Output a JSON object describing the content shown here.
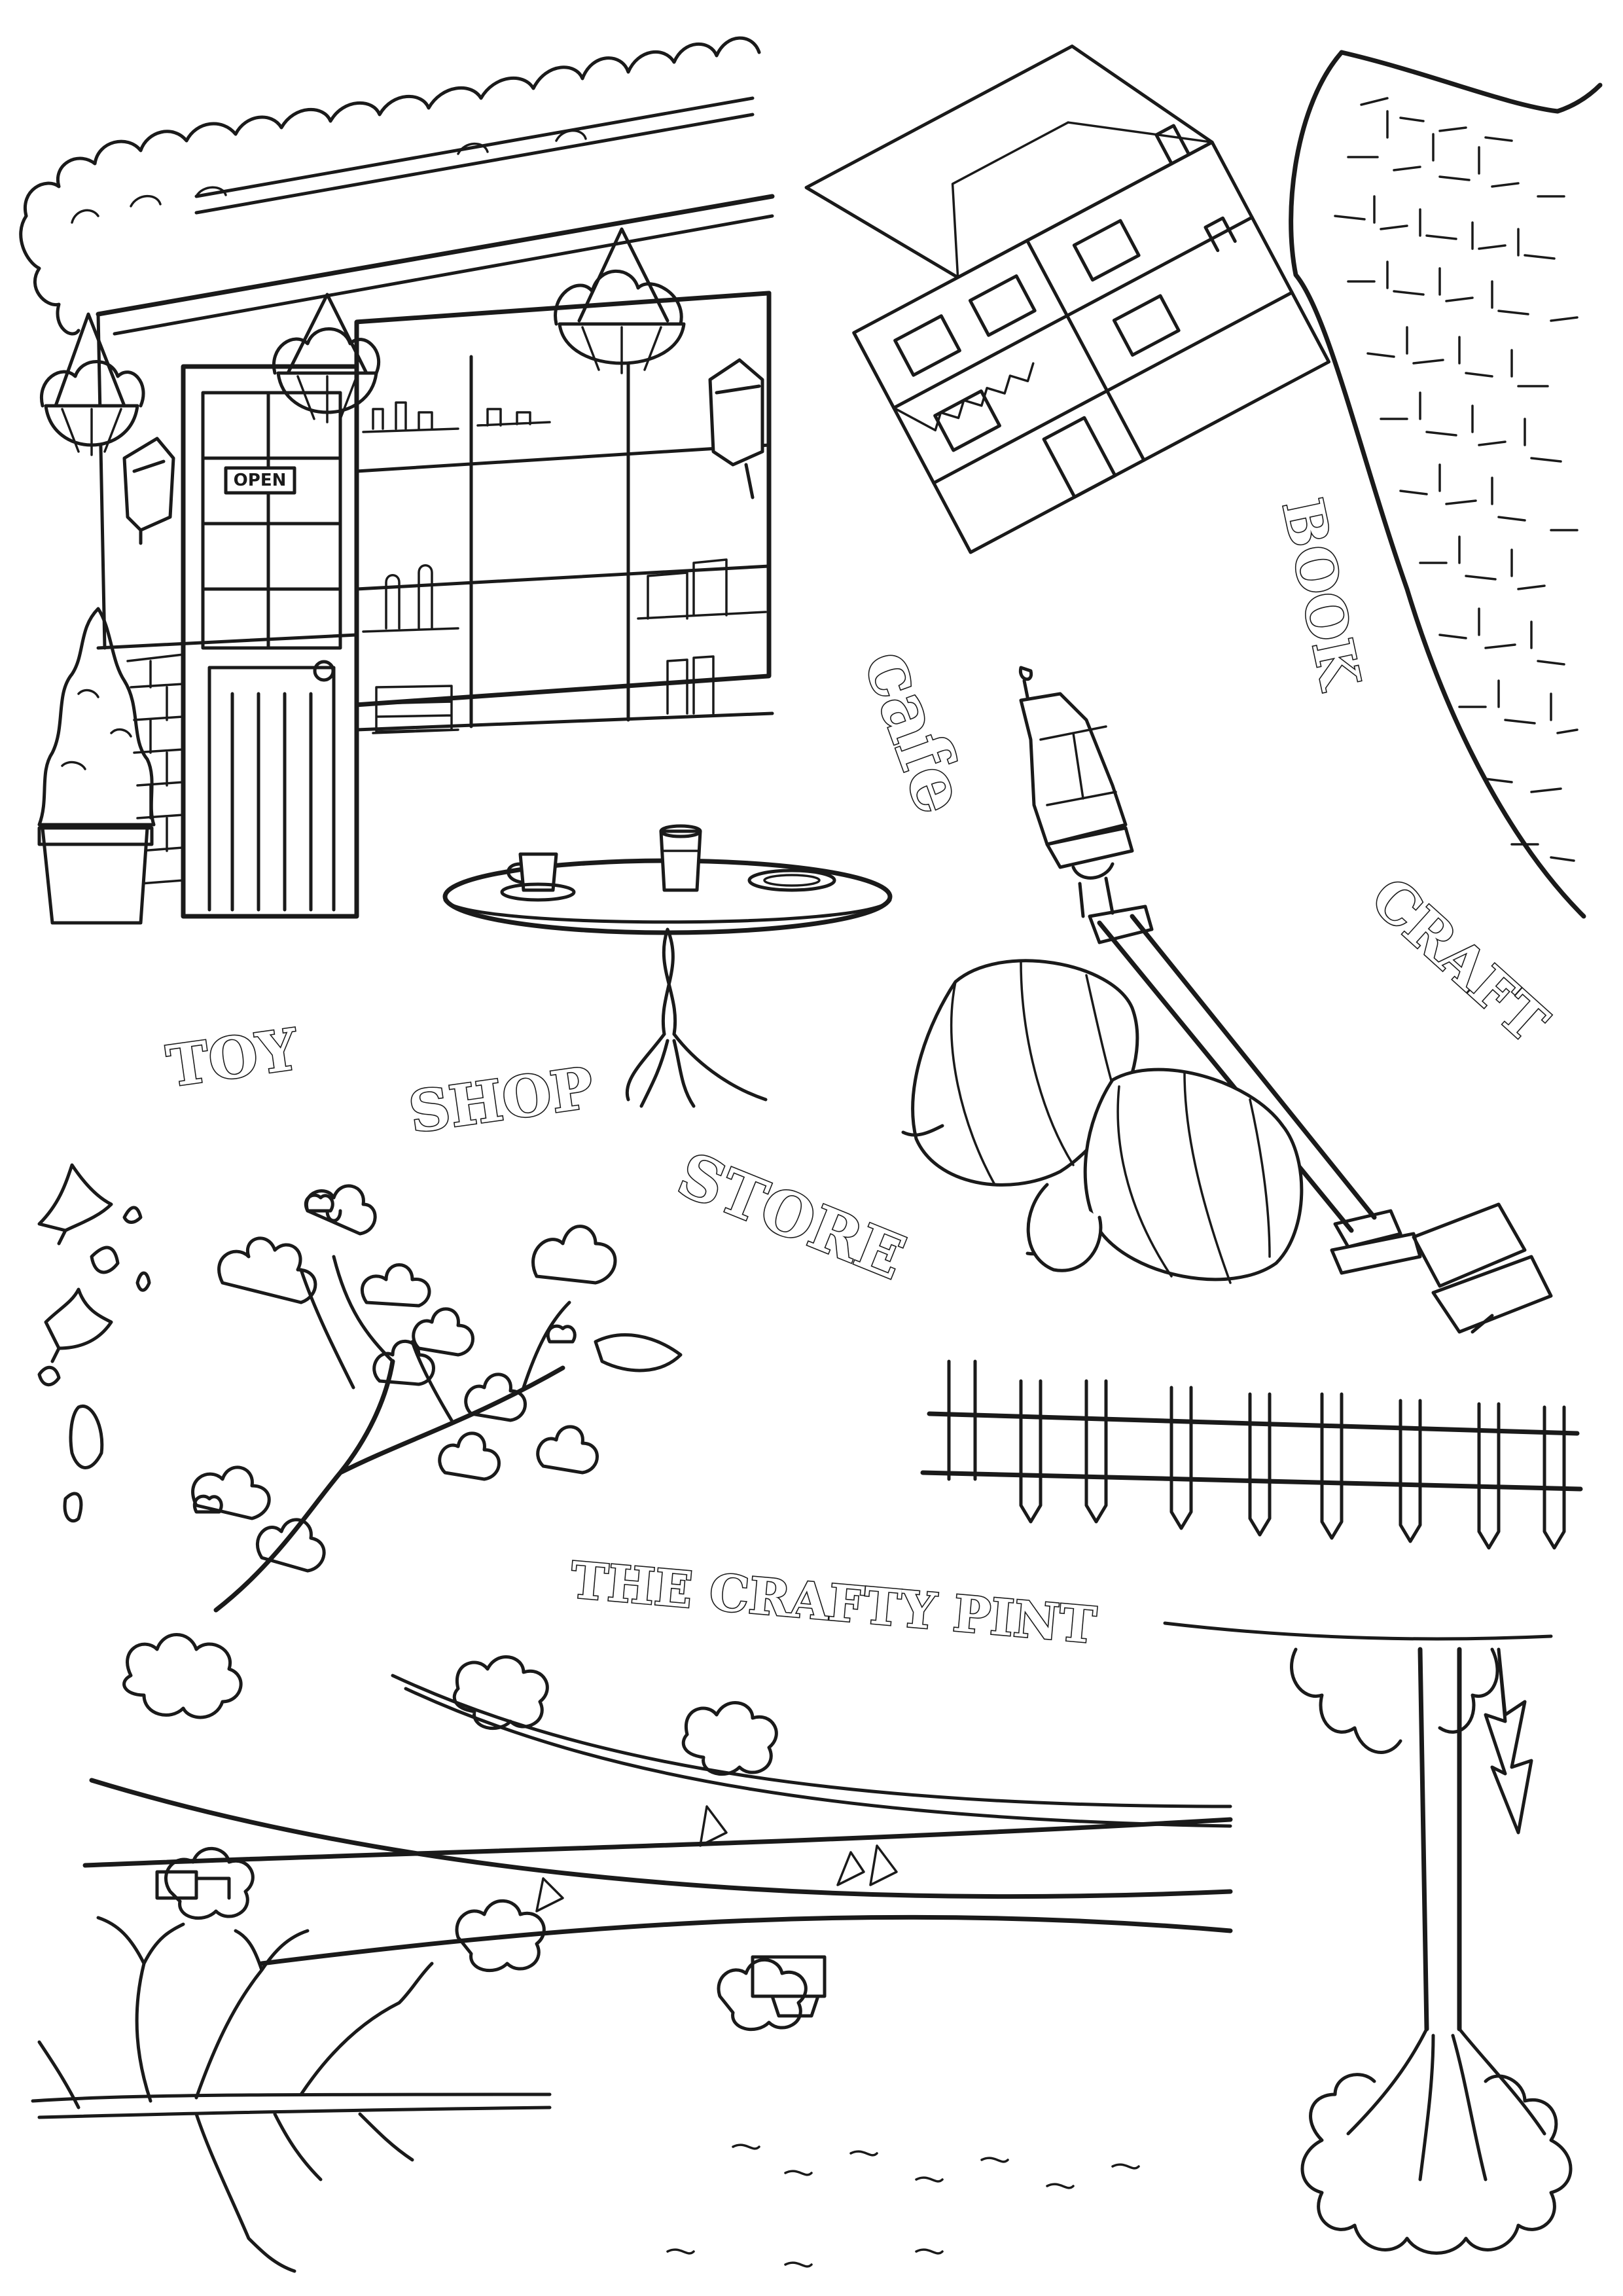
{
  "sheet": {
    "background_color": "#ffffff",
    "ink_color": "#1a1a1a"
  },
  "shopfront": {
    "door_sign": "OPEN"
  },
  "words": {
    "toy": "TOY",
    "shop": "SHOP",
    "store": "STORE",
    "cafe": "cafe",
    "book": "BOOK",
    "craft": "CRAFT",
    "pub_name": "THE CRAFTY PINT"
  }
}
